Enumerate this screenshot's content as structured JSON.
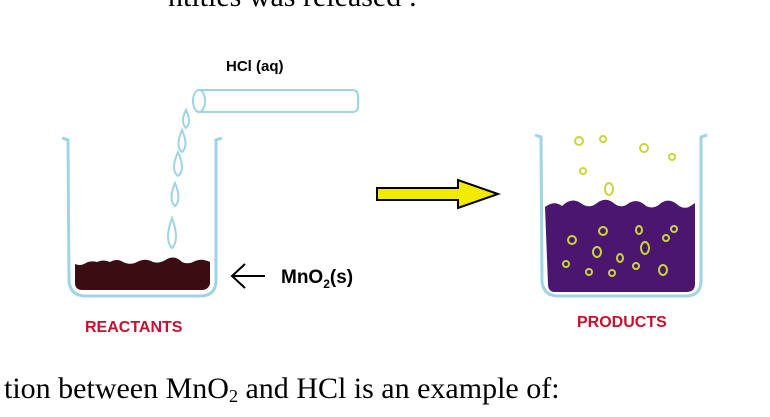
{
  "top_text": "ntities was released :",
  "question": {
    "before": "tion between MnO",
    "sub": "2",
    "after": " and HCl is an example of:"
  },
  "diagram": {
    "hcl_label": "HCl (aq)",
    "mno2_label": "MnO",
    "mno2_sub": "2",
    "mno2_suffix": "(s)",
    "reactants_label": "REACTANTS",
    "products_label": "PRODUCTS",
    "colors": {
      "glass": "#9fd3e6",
      "solid": "#3a0d12",
      "solution": "#4b1670",
      "bubble": "#c9d63a",
      "arrow": "#f2ea00",
      "label_red": "#c8102e"
    }
  }
}
